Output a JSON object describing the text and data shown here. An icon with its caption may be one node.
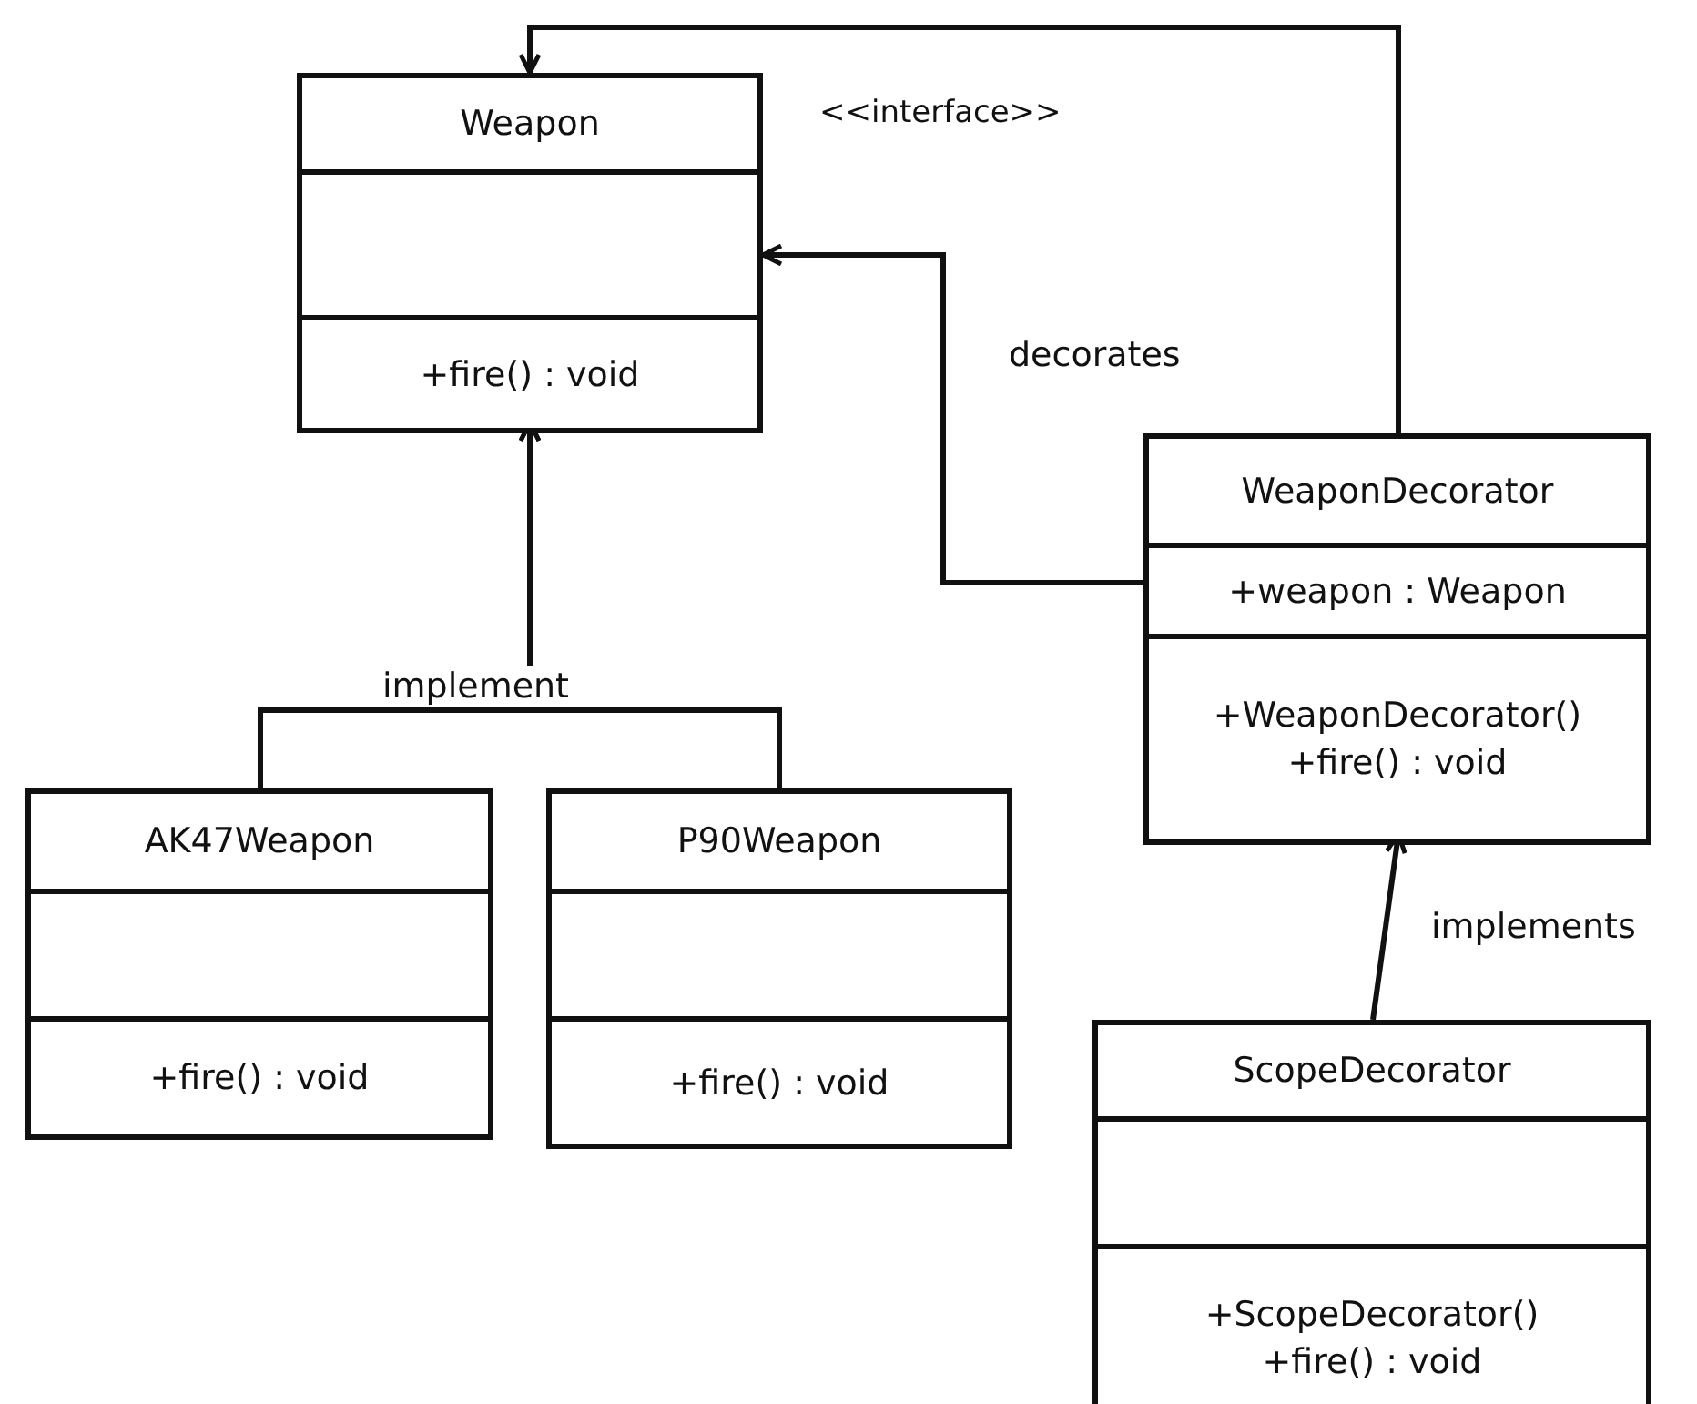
{
  "diagram": {
    "nodes": [
      {
        "text": [
          "Weapon",
          "+fire() : void"
        ],
        "beside": [
          "<<interface>>"
        ]
      },
      {
        "text": [
          "AK47Weapon",
          "+fire() : void"
        ]
      },
      {
        "text": [
          "P90Weapon",
          "+fire() : void"
        ]
      },
      {
        "text": [
          "WeaponDecorator",
          "+weapon : Weapon",
          "+WeaponDecorator()",
          "+fire() : void"
        ]
      },
      {
        "text": [
          "ScopeDecorator",
          "+ScopeDecorator()",
          "+fire() : void"
        ]
      }
    ],
    "edges": [
      {
        "from": 1,
        "to": 0,
        "arrow": "to",
        "label": "implement"
      },
      {
        "from": 2,
        "to": 0,
        "arrow": "to"
      },
      {
        "from": 3,
        "to": 0,
        "arrow": "to",
        "label": "decorates"
      },
      {
        "from": 3,
        "to": 0,
        "arrow": "to"
      },
      {
        "from": 4,
        "to": 3,
        "arrow": "to",
        "label": "implements"
      }
    ]
  }
}
